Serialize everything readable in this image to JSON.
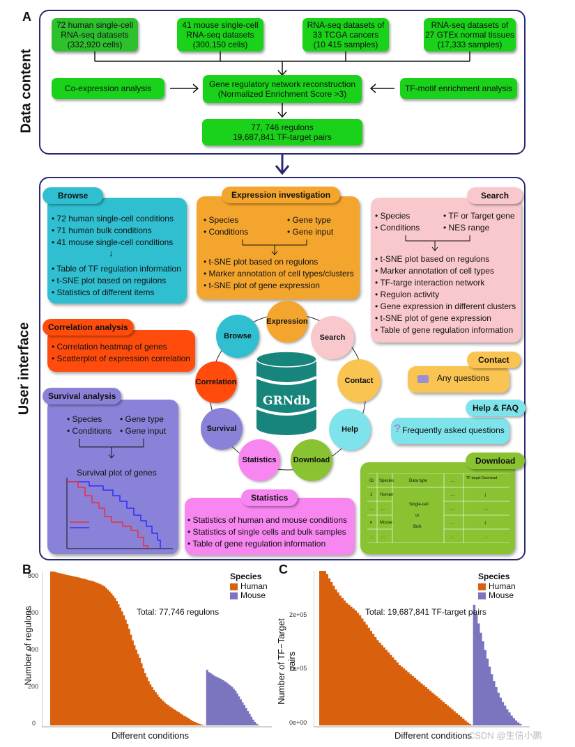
{
  "panel_labels": {
    "a": "A",
    "b": "B",
    "c": "C"
  },
  "section_labels": {
    "data_content": "Data content",
    "user_interface": "User interface"
  },
  "data_content": {
    "sources": [
      {
        "line1": "72 human single-cell",
        "line2": "RNA-seq datasets",
        "line3": "(332,920 cells)"
      },
      {
        "line1": "41 mouse single-cell",
        "line2": "RNA-seq datasets",
        "line3": "(300,150 cells)"
      },
      {
        "line1": "RNA-seq datasets of",
        "line2": "33 TCGA cancers",
        "line3": "(10 415 samples)"
      },
      {
        "line1": "RNA-seq datasets of",
        "line2": "27 GTEx normal tissues",
        "line3": "(17,333 samples)"
      }
    ],
    "coexpression": "Co-expression analysis",
    "grn_line1": "Gene regulatory network reconstruction",
    "grn_line2": "(Normalized Enrichment Score >3)",
    "tf_motif": "TF-motif enrichment analysis",
    "result_line1": "77, 746 regulons",
    "result_line2": "19,687,841 TF-target pairs"
  },
  "browse": {
    "title": "Browse",
    "items_top": [
      "72 human single-cell conditions",
      "71 human bulk conditions",
      "41 mouse single-cell conditions"
    ],
    "items_bottom": [
      "Table of TF regulation information",
      "t-SNE plot based on regulons",
      "Statistics of different items"
    ]
  },
  "expression": {
    "title": "Expression investigation",
    "left": [
      "Species",
      "Conditions"
    ],
    "right": [
      "Gene type",
      "Gene input"
    ],
    "outputs": [
      "t-SNE plot based on regulons",
      "Marker annotation of cell types/clusters",
      "t-SNE plot of gene expression"
    ]
  },
  "search": {
    "title": "Search",
    "left": [
      "Species",
      "Conditions"
    ],
    "right": [
      "TF or Target gene",
      "NES range"
    ],
    "outputs": [
      "t-SNE plot based on regulons",
      "Marker annotation of cell types",
      "TF-targe interaction network",
      "Regulon activity",
      "Gene expression in different clusters",
      "t-SNE plot of gene expression",
      "Table of gene regulation information"
    ]
  },
  "correlation": {
    "title": "Correlation analysis",
    "items": [
      "Correlation heatmap of genes",
      "Scatterplot of expression correlation"
    ]
  },
  "survival": {
    "title": "Survival analysis",
    "left": [
      "Species",
      "Conditions"
    ],
    "right": [
      "Gene type",
      "Gene input"
    ],
    "plot_title": "Survival plot of genes"
  },
  "contact": {
    "title": "Contact",
    "text": "Any questions"
  },
  "help": {
    "title": "Help & FAQ",
    "text": "Frequently asked questions"
  },
  "statistics": {
    "title": "Statistics",
    "items": [
      "Statistics of human and mouse conditions",
      "Statistics of single cells and bulk samples",
      "Table of gene regulation information"
    ]
  },
  "download": {
    "title": "Download",
    "headers": [
      "ID",
      "Species",
      "Data type",
      "...",
      "TF-target Download"
    ],
    "rows": [
      [
        "1",
        "Human"
      ],
      [
        "...",
        "..."
      ],
      [
        "n",
        "Mouse"
      ],
      [
        "...",
        "..."
      ]
    ],
    "datatype_lines": [
      "Single-cell",
      "or",
      "Bulk"
    ],
    "ellipsis": "...",
    "arrow": "↓"
  },
  "wheel": {
    "center": "GRNdb",
    "nodes": [
      "Expression",
      "Search",
      "Contact",
      "Help",
      "Download",
      "Statistics",
      "Survival",
      "Correlation",
      "Browse"
    ]
  },
  "chart_b": {
    "type": "bar",
    "ylabel": "Number of regulons",
    "xlabel": "Different conditions",
    "yticks": [
      "0",
      "200",
      "400",
      "600",
      "800"
    ],
    "annotation": "Total: 77,746 regulons",
    "legend_title": "Species",
    "legend": [
      "Human",
      "Mouse"
    ]
  },
  "chart_c": {
    "type": "bar",
    "ylabel": "Number of TF−Target pairs",
    "xlabel": "Different conditions",
    "yticks": [
      "0e+00",
      "1e+05",
      "2e+05"
    ],
    "annotation": "Total: 19,687,841 TF-target pairs",
    "legend_title": "Species",
    "legend": [
      "Human",
      "Mouse"
    ]
  },
  "chart_data": [
    {
      "type": "bar",
      "ylim": [
        0,
        800
      ],
      "series": [
        {
          "name": "Human",
          "values": [
            797,
            797,
            795,
            792,
            790,
            788,
            786,
            783,
            781,
            779,
            777,
            775,
            773,
            771,
            769,
            767,
            765,
            762,
            760,
            758,
            755,
            752,
            750,
            748,
            745,
            741,
            738,
            734,
            730,
            725,
            720,
            712,
            703,
            693,
            683,
            672,
            660,
            645,
            627,
            610,
            590,
            570,
            548,
            526,
            500,
            470,
            440,
            415,
            392,
            370,
            350,
            322,
            295,
            270,
            250,
            230,
            212,
            198,
            184,
            172,
            160,
            148,
            138,
            128,
            120,
            112,
            105,
            98,
            92,
            86,
            80,
            74,
            68,
            62,
            56,
            50,
            45,
            40,
            34,
            28,
            22,
            18,
            14,
            10,
            7,
            4,
            2,
            1
          ]
        },
        {
          "name": "Mouse",
          "values": [
            288,
            276,
            270,
            264,
            258,
            253,
            248,
            244,
            240,
            234,
            228,
            222,
            215,
            208,
            200,
            190,
            180,
            165,
            150,
            135,
            120,
            105,
            90,
            75,
            60,
            45,
            30,
            18,
            8,
            3
          ]
        }
      ]
    },
    {
      "type": "bar",
      "ylim": [
        0,
        250000
      ],
      "series": [
        {
          "name": "Human",
          "values": [
            265000,
            260000,
            252000,
            245000,
            238000,
            232000,
            226000,
            220000,
            215000,
            210000,
            206000,
            202000,
            198000,
            195000,
            192000,
            189000,
            186000,
            182000,
            178000,
            173000,
            168000,
            163000,
            158000,
            153000,
            148000,
            143000,
            138000,
            134000,
            130000,
            126000,
            122000,
            118000,
            114000,
            110000,
            106000,
            102000,
            98000,
            95000,
            92000,
            89000,
            86000,
            83000,
            80000,
            77000,
            74000,
            71000,
            68000,
            65000,
            62000,
            59000,
            56000,
            53000,
            50000,
            47000,
            44000,
            41000,
            38000,
            35000,
            32000,
            29000,
            26000,
            23000,
            20000,
            17000,
            14000,
            11000,
            8000,
            5000,
            2500,
            800
          ]
        },
        {
          "name": "Mouse",
          "values": [
            195000,
            180000,
            165000,
            150000,
            136000,
            122000,
            108000,
            95000,
            83000,
            72000,
            62000,
            53000,
            45000,
            38000,
            32000,
            26000,
            21000,
            16000,
            12000,
            8000,
            5000,
            2500
          ]
        }
      ]
    }
  ],
  "colors": {
    "frame": "#2a2870",
    "human": "#d9600c",
    "mouse": "#7b74bf",
    "green": "#19d219",
    "browse": "#2fbfd1",
    "expression": "#f4a52d",
    "search": "#f9c8cc",
    "correlation": "#ff4c0c",
    "survival": "#8982d8",
    "contact": "#f9c451",
    "help": "#7ee3ea",
    "statistics": "#f786f0",
    "download": "#89c332",
    "db": "#17857b"
  },
  "watermark": "CSDN @生信小鹏"
}
